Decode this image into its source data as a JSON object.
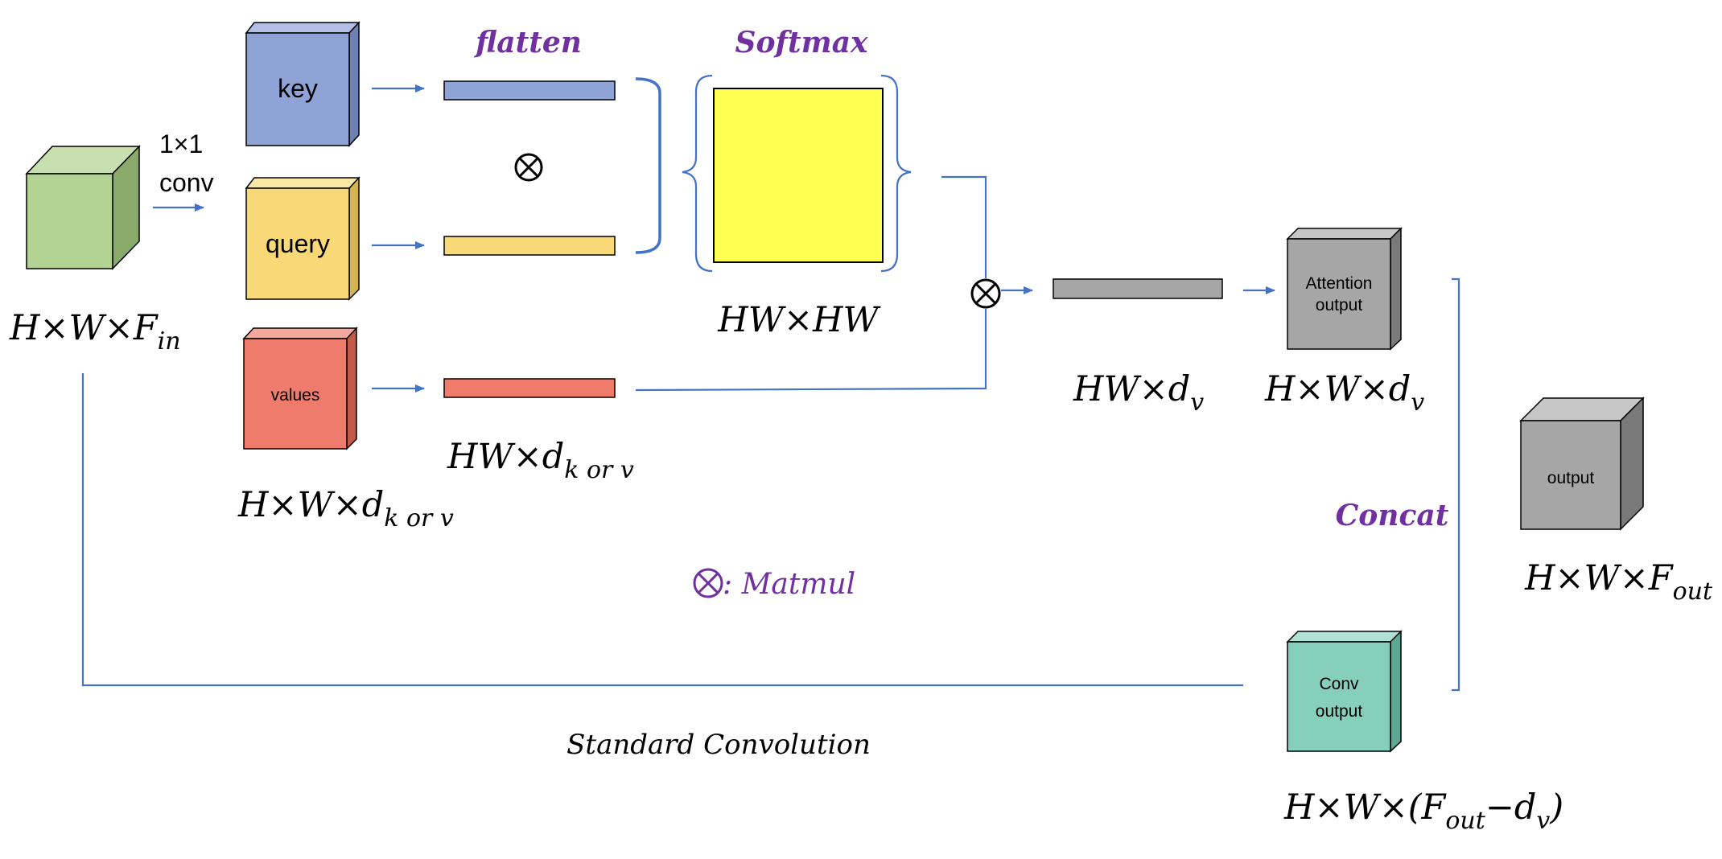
{
  "colors": {
    "green": "#b3d394",
    "blue": "#8fa3d7",
    "yellow": "#f8d877",
    "red": "#ee7b6b",
    "bright_yellow": "#ffff50",
    "gray": "#a6a6a6",
    "teal": "#86cfba",
    "line_blue": "#4472c4",
    "purple": "#7030a0"
  },
  "input": {
    "conv_label_line1": "1×1",
    "conv_label_line2": "conv",
    "dims_base": "H×W×F",
    "dims_sub": "in"
  },
  "projections": {
    "key_label": "key",
    "query_label": "query",
    "values_label": "values",
    "dims_base": "H×W×d",
    "dims_sub": "k or v"
  },
  "flatten": {
    "title": "flatten",
    "matmul_symbol": "⊗",
    "dims_base": "HW×d",
    "dims_sub": "k or v"
  },
  "softmax": {
    "title": "Softmax",
    "dims": "HW×HW"
  },
  "attention": {
    "matmul_symbol": "⊗",
    "vector_dims_base": "HW×d",
    "vector_dims_sub": "v",
    "output_label_line1": "Attention",
    "output_label_line2": "output",
    "output_dims_base": "H×W×d",
    "output_dims_sub": "v"
  },
  "legend": {
    "symbol": "⊗",
    "text": ": Matmul"
  },
  "concat": {
    "label": "Concat"
  },
  "output": {
    "label": "output",
    "dims_base": "H×W×F",
    "dims_sub": "out"
  },
  "conv_path": {
    "label": "Standard Convolution",
    "output_label_line1": "Conv",
    "output_label_line2": "output",
    "dims_part1": "H×W×(F",
    "dims_sub1": "out",
    "dims_part2": "−d",
    "dims_sub2": "v",
    "dims_part3": ")"
  }
}
